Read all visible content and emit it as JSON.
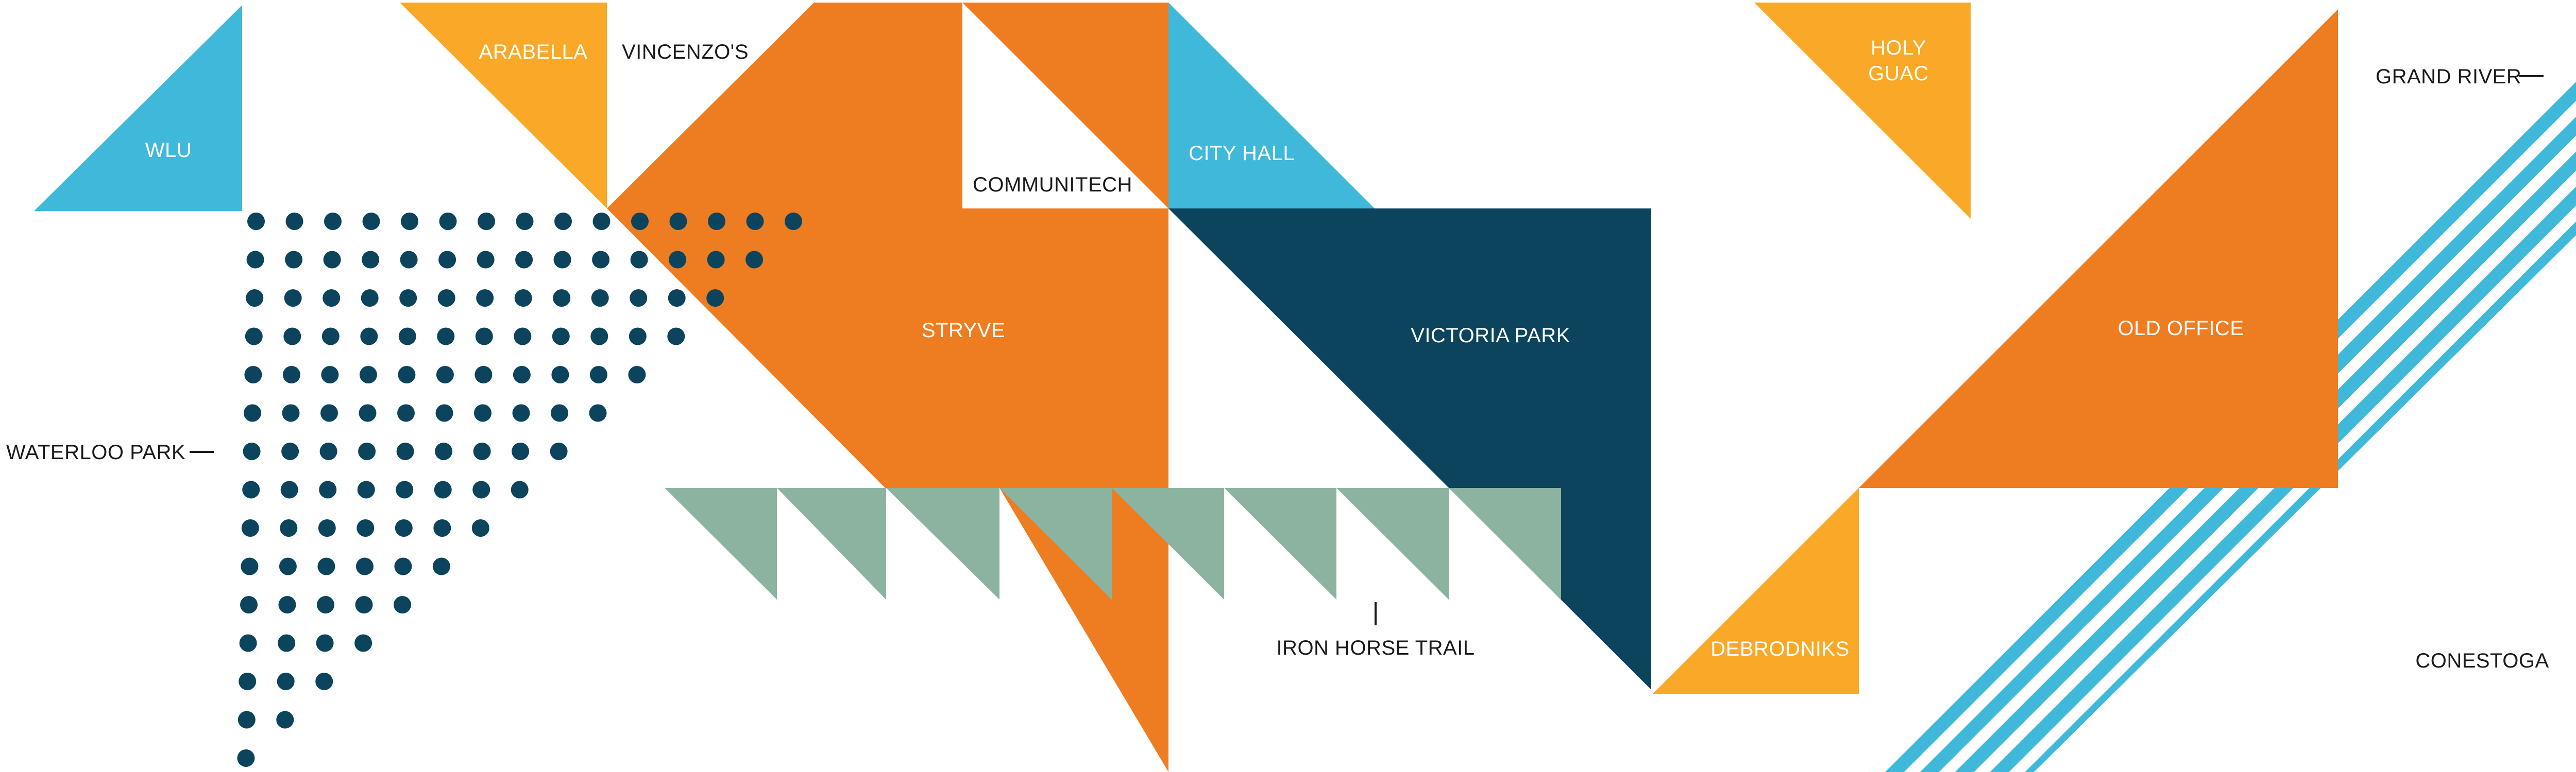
{
  "colors": {
    "orange": "#EE7D22",
    "light_orange": "#F9A827",
    "blue": "#40B8D9",
    "navy": "#0C445E",
    "sage": "#8BB39F",
    "white": "#FFFFFF",
    "text_dark": "#1A1A1A"
  },
  "labels": {
    "wlu": "WLU",
    "arabella": "ARABELLA",
    "vincenzos": "VINCENZO'S",
    "communitech": "COMMUNITECH",
    "city_hall": "CITY HALL",
    "stryve": "STRYVE",
    "victoria_park": "VICTORIA PARK",
    "holy_guac_line1": "HOLY",
    "holy_guac_line2": "GUAC",
    "old_office": "OLD OFFICE",
    "grand_river": "GRAND RIVER",
    "waterloo_park": "WATERLOO PARK",
    "iron_horse_trail": "IRON HORSE TRAIL",
    "debrodniks": "DEBRODNIKS",
    "conestoga": "CONESTOGA"
  }
}
